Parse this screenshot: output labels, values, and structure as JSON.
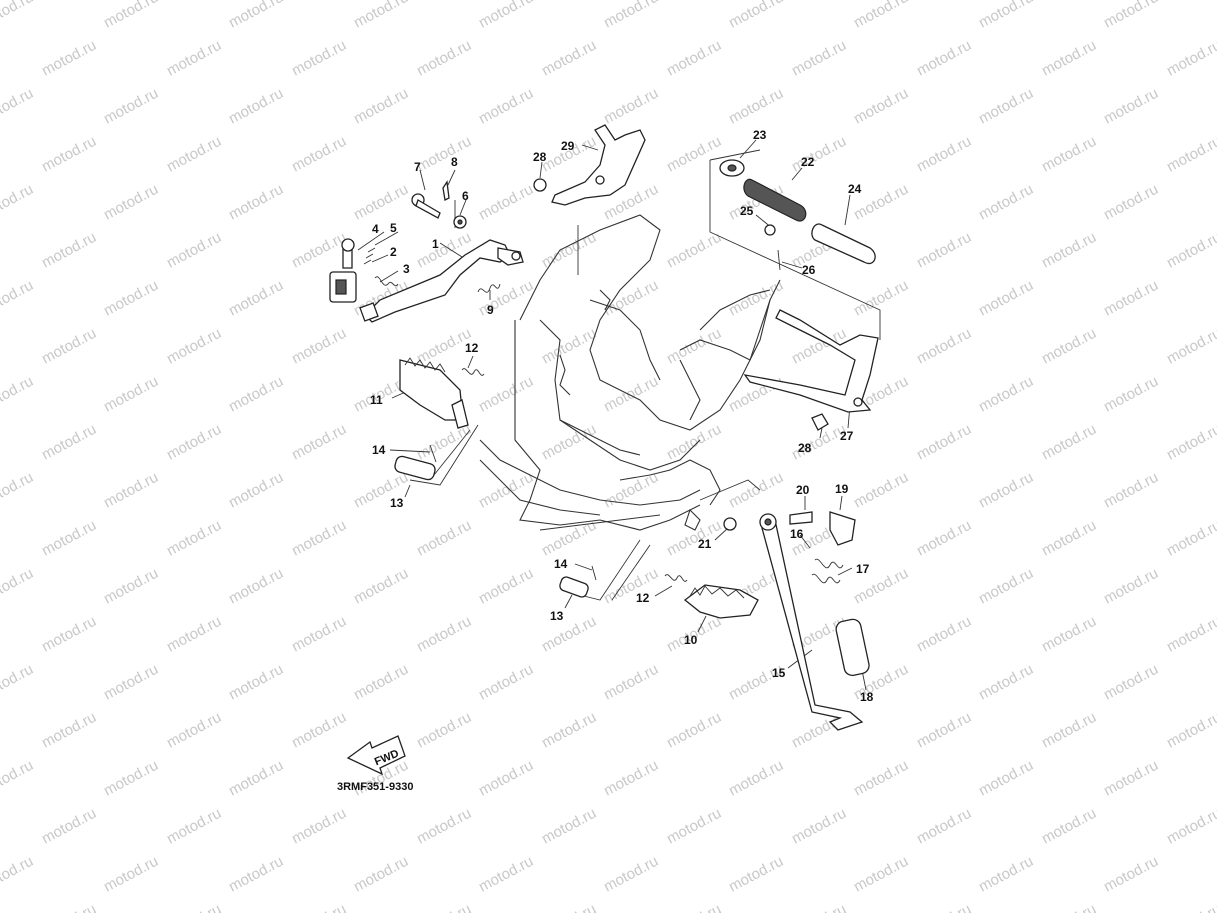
{
  "watermark": {
    "text": "motod.ru",
    "color": "#c8c8c8"
  },
  "diagram": {
    "code": "3RMF351-9330",
    "direction_arrow": "FWD",
    "callouts": [
      {
        "id": "c1",
        "label": "1"
      },
      {
        "id": "c2",
        "label": "2"
      },
      {
        "id": "c3",
        "label": "3"
      },
      {
        "id": "c4",
        "label": "4"
      },
      {
        "id": "c5",
        "label": "5"
      },
      {
        "id": "c6",
        "label": "6"
      },
      {
        "id": "c7",
        "label": "7"
      },
      {
        "id": "c8",
        "label": "8"
      },
      {
        "id": "c9",
        "label": "9"
      },
      {
        "id": "c10",
        "label": "10"
      },
      {
        "id": "c11",
        "label": "11"
      },
      {
        "id": "c12a",
        "label": "12"
      },
      {
        "id": "c12b",
        "label": "12"
      },
      {
        "id": "c13a",
        "label": "13"
      },
      {
        "id": "c13b",
        "label": "13"
      },
      {
        "id": "c14a",
        "label": "14"
      },
      {
        "id": "c14b",
        "label": "14"
      },
      {
        "id": "c15",
        "label": "15"
      },
      {
        "id": "c16",
        "label": "16"
      },
      {
        "id": "c17",
        "label": "17"
      },
      {
        "id": "c18",
        "label": "18"
      },
      {
        "id": "c19",
        "label": "19"
      },
      {
        "id": "c20",
        "label": "20"
      },
      {
        "id": "c21",
        "label": "21"
      },
      {
        "id": "c22",
        "label": "22"
      },
      {
        "id": "c23",
        "label": "23"
      },
      {
        "id": "c24",
        "label": "24"
      },
      {
        "id": "c25",
        "label": "25"
      },
      {
        "id": "c26",
        "label": "26"
      },
      {
        "id": "c27",
        "label": "27"
      },
      {
        "id": "c28a",
        "label": "28"
      },
      {
        "id": "c28b",
        "label": "28"
      },
      {
        "id": "c29",
        "label": "29"
      }
    ]
  }
}
